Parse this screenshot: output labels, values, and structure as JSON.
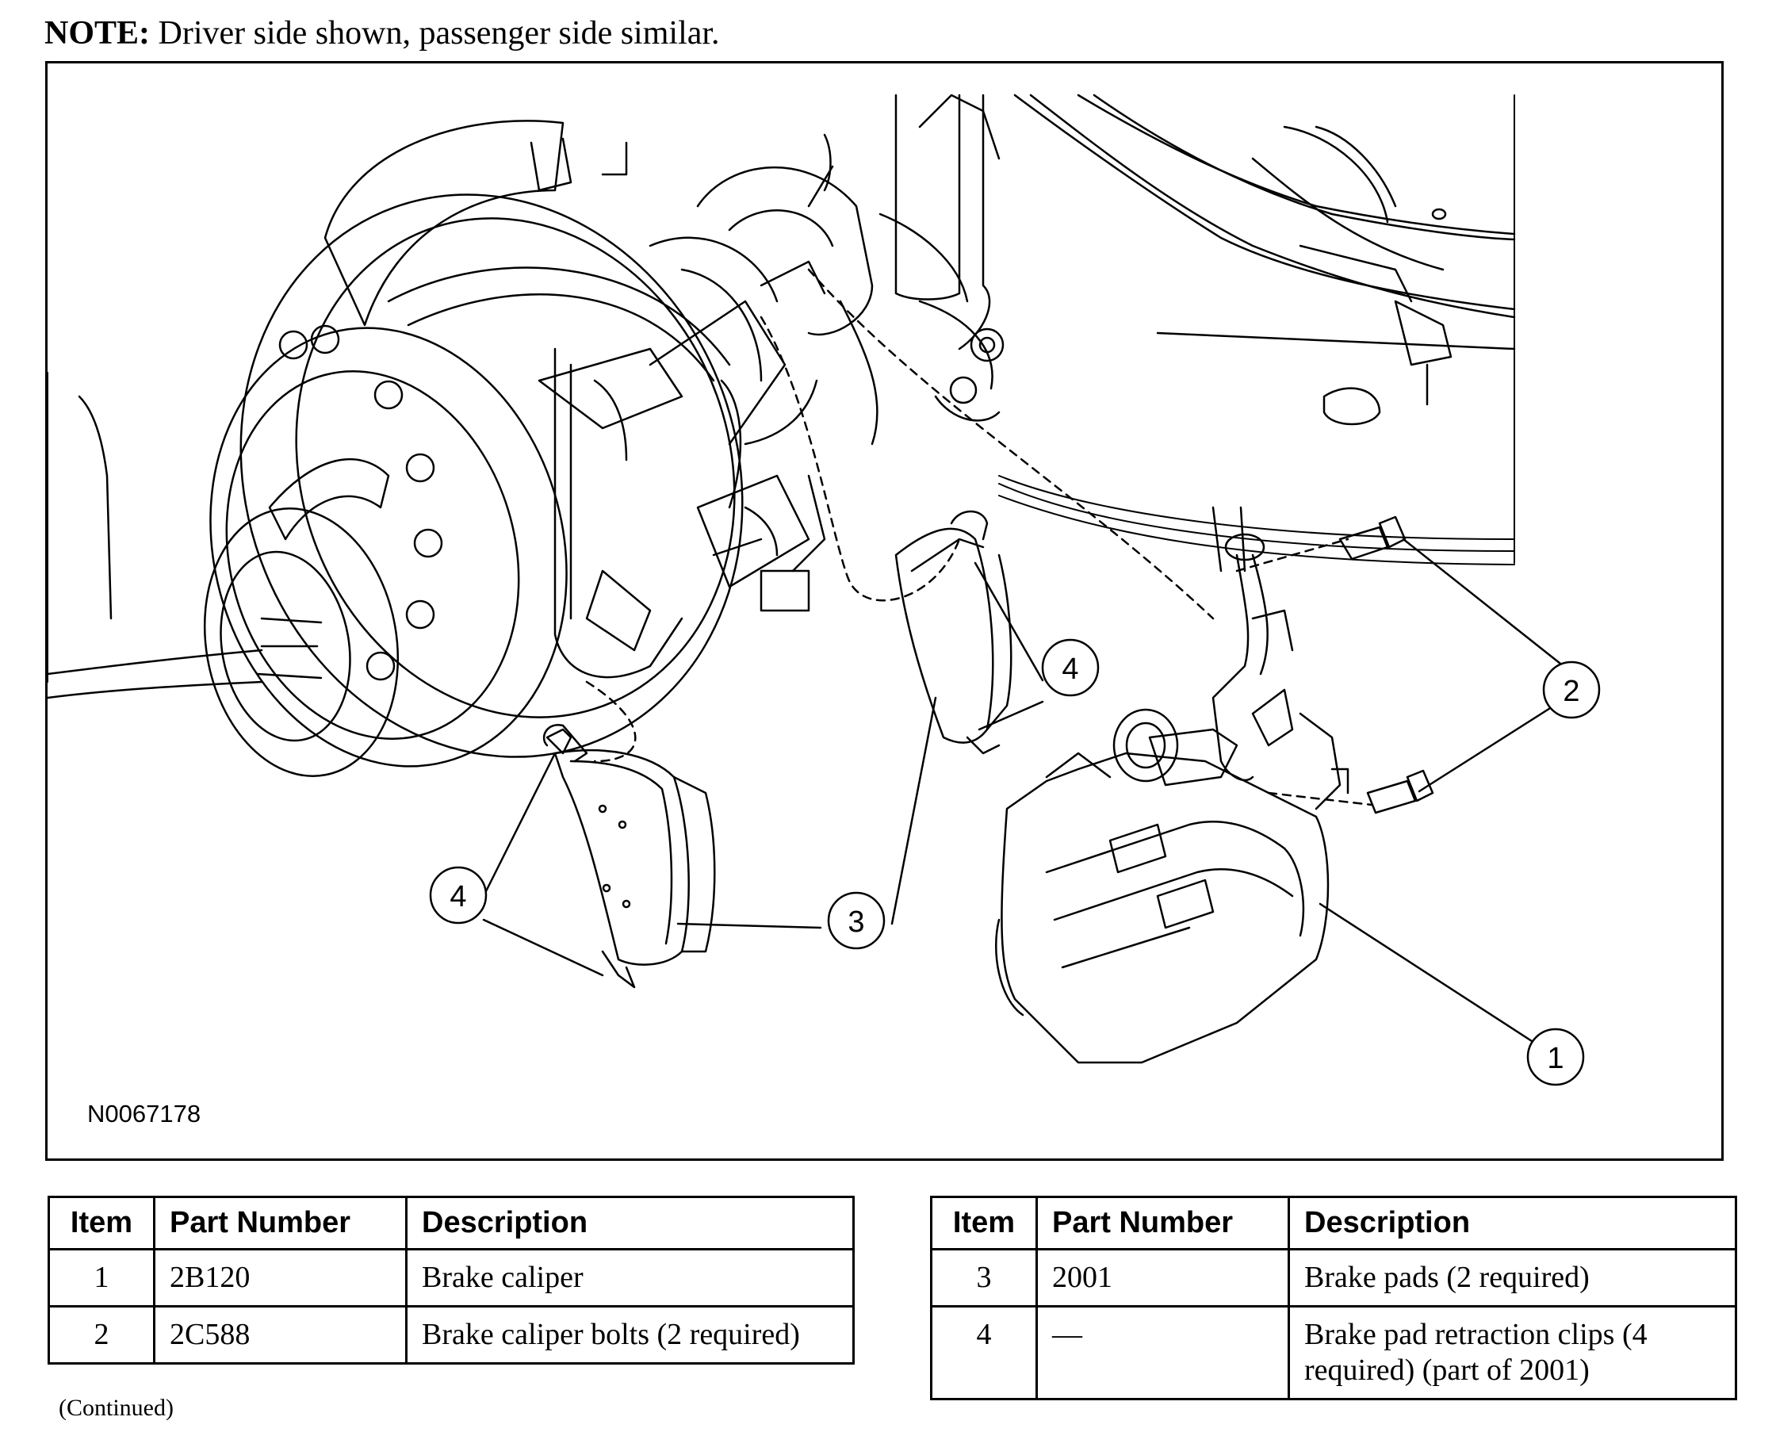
{
  "note": {
    "label": "NOTE:",
    "text": "Driver side shown, passenger side similar."
  },
  "figure": {
    "id": "N0067178",
    "callouts": [
      "1",
      "2",
      "3",
      "4",
      "4"
    ]
  },
  "parts_table": {
    "headers": [
      "Item",
      "Part Number",
      "Description"
    ],
    "left_rows": [
      {
        "item": "1",
        "part": "2B120",
        "desc": "Brake caliper"
      },
      {
        "item": "2",
        "part": "2C588",
        "desc": "Brake caliper bolts (2 required)"
      }
    ],
    "right_rows": [
      {
        "item": "3",
        "part": "2001",
        "desc": "Brake pads (2 required)"
      },
      {
        "item": "4",
        "part": "—",
        "desc": "Brake pad retraction clips (4 required) (part of 2001)"
      }
    ]
  },
  "footer": {
    "continued": "(Continued)"
  }
}
